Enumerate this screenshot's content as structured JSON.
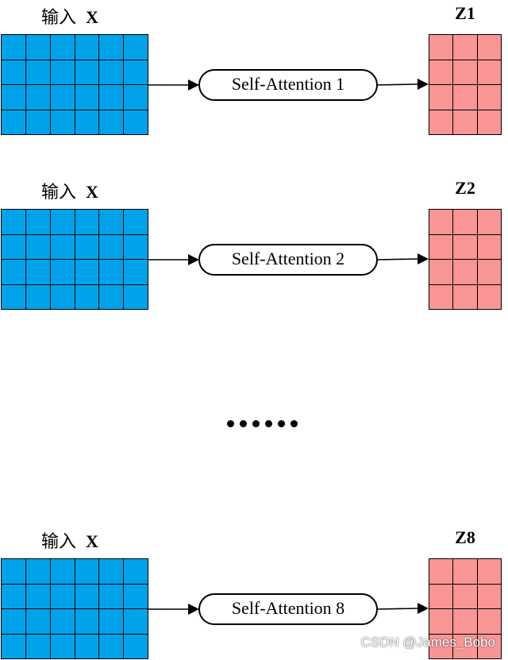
{
  "diagram": {
    "colors": {
      "input_fill": "#00A3EA",
      "output_fill": "#F99595",
      "grid_line": "#000000",
      "arrow": "#000000",
      "pill_border": "#000000",
      "pill_fill": "#FFFFFF"
    },
    "input_matrix": {
      "rows": 4,
      "cols": 6
    },
    "output_matrix": {
      "rows": 4,
      "cols": 3
    },
    "rows": [
      {
        "input_label_zh": "输入",
        "input_label_var": "X",
        "attention_label": "Self-Attention 1",
        "output_label": "Z1"
      },
      {
        "input_label_zh": "输入",
        "input_label_var": "X",
        "attention_label": "Self-Attention 2",
        "output_label": "Z2"
      },
      {
        "input_label_zh": "输入",
        "input_label_var": "X",
        "attention_label": "Self-Attention 8",
        "output_label": "Z8"
      }
    ],
    "ellipsis_dot_count": 6
  },
  "watermark": "CSDN @James_Bobo"
}
